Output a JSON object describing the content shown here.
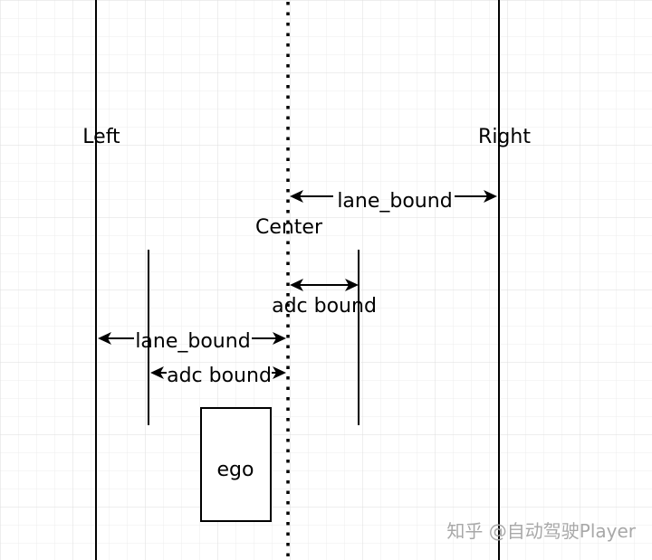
{
  "labels": {
    "left": "Left",
    "right": "Right",
    "center": "Center",
    "lane_bound_right": "lane_bound",
    "lane_bound_left": "lane_bound",
    "adc_bound_right": "adc bound",
    "adc_bound_left": "adc bound",
    "ego": "ego"
  },
  "watermark": "知乎 @自动驾驶Player",
  "colors": {
    "background": "#ffffff",
    "grid": "#e6e6e6",
    "line": "#000000",
    "watermark": "#a8a8a8"
  }
}
